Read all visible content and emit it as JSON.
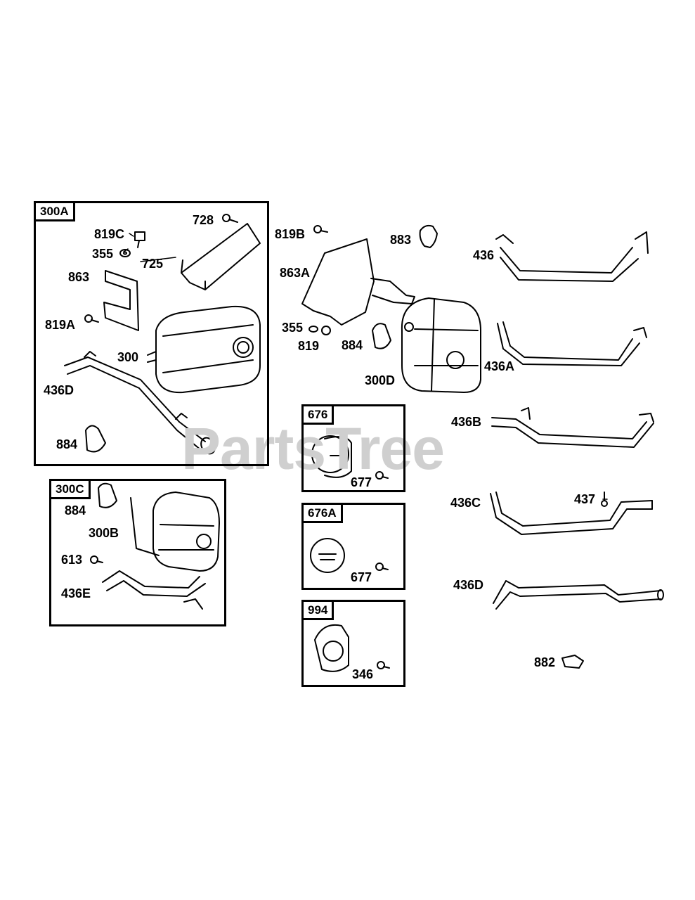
{
  "watermark": "PartsTree",
  "groups": {
    "g300A": "300A",
    "g300C": "300C",
    "g676": "676",
    "g676A": "676A",
    "g994": "994"
  },
  "labels": {
    "l728": "728",
    "l819C": "819C",
    "l355a": "355",
    "l725": "725",
    "l863": "863",
    "l819A": "819A",
    "l300": "300",
    "l436D_a": "436D",
    "l884_a": "884",
    "l819B": "819B",
    "l883": "883",
    "l863A": "863A",
    "l355b": "355",
    "l819": "819",
    "l884_b": "884",
    "l300D": "300D",
    "l436": "436",
    "l436A": "436A",
    "l436B": "436B",
    "l436C": "436C",
    "l437": "437",
    "l436D_b": "436D",
    "l882": "882",
    "l677_a": "677",
    "l677_b": "677",
    "l346": "346",
    "l884_c": "884",
    "l300B": "300B",
    "l613": "613",
    "l436E": "436E"
  }
}
